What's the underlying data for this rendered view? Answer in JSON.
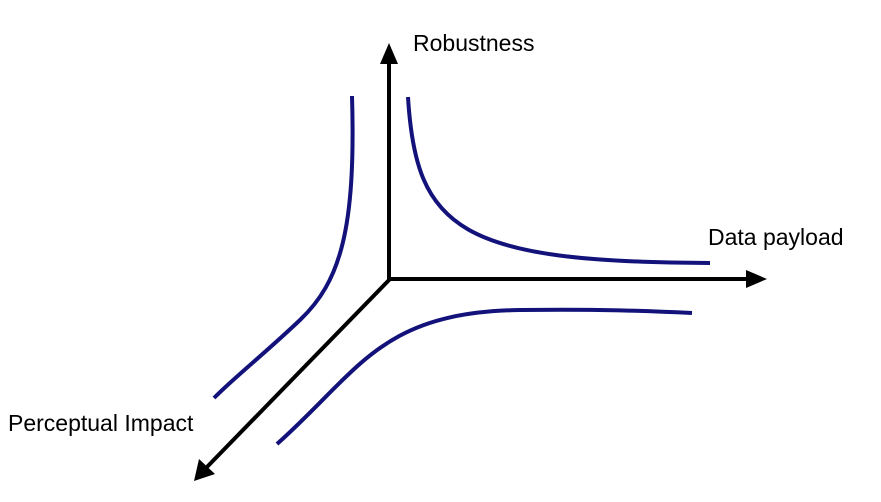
{
  "axes": {
    "robustness_label": "Robustness",
    "data_payload_label": "Data payload",
    "perceptual_impact_label": "Perceptual Impact"
  },
  "colors": {
    "axis": "#000000",
    "curve": "#12127a"
  }
}
